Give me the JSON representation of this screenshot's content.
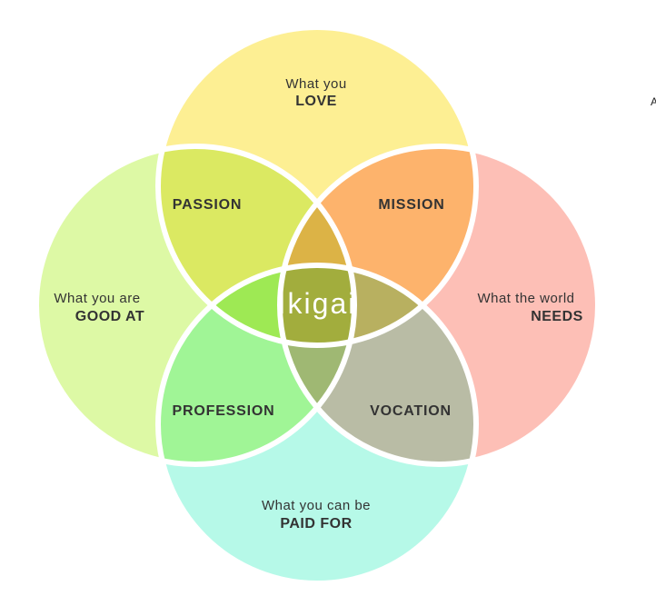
{
  "title": "Ikigai",
  "circles": {
    "top": {
      "line1": "What you",
      "line2": "LOVE"
    },
    "left": {
      "line1": "What you are",
      "line2": "GOOD AT"
    },
    "right": {
      "line1": "What the world",
      "line2": "NEEDS"
    },
    "bottom": {
      "line1": "What you can be",
      "line2": "PAID FOR"
    }
  },
  "regions": {
    "passion": "PASSION",
    "mission": "MISSION",
    "profession": "PROFESSION",
    "vocation": "VOCATION"
  },
  "edge_text": "A",
  "colors": {
    "top": "#fdef93",
    "left": "#ddf9a5",
    "right": "#fdbfb6",
    "bottom": "#b6f9e8",
    "passion": "#dbe962",
    "mission": "#fdb36c",
    "profession": "#a0f596",
    "vocation": "#b9bca5",
    "top_left_right": "#dcb346",
    "top_left_bottom": "#9ee954",
    "top_right_bottom": "#b8b060",
    "left_right_bottom": "#9fb873",
    "all": "#a2ad3d"
  }
}
